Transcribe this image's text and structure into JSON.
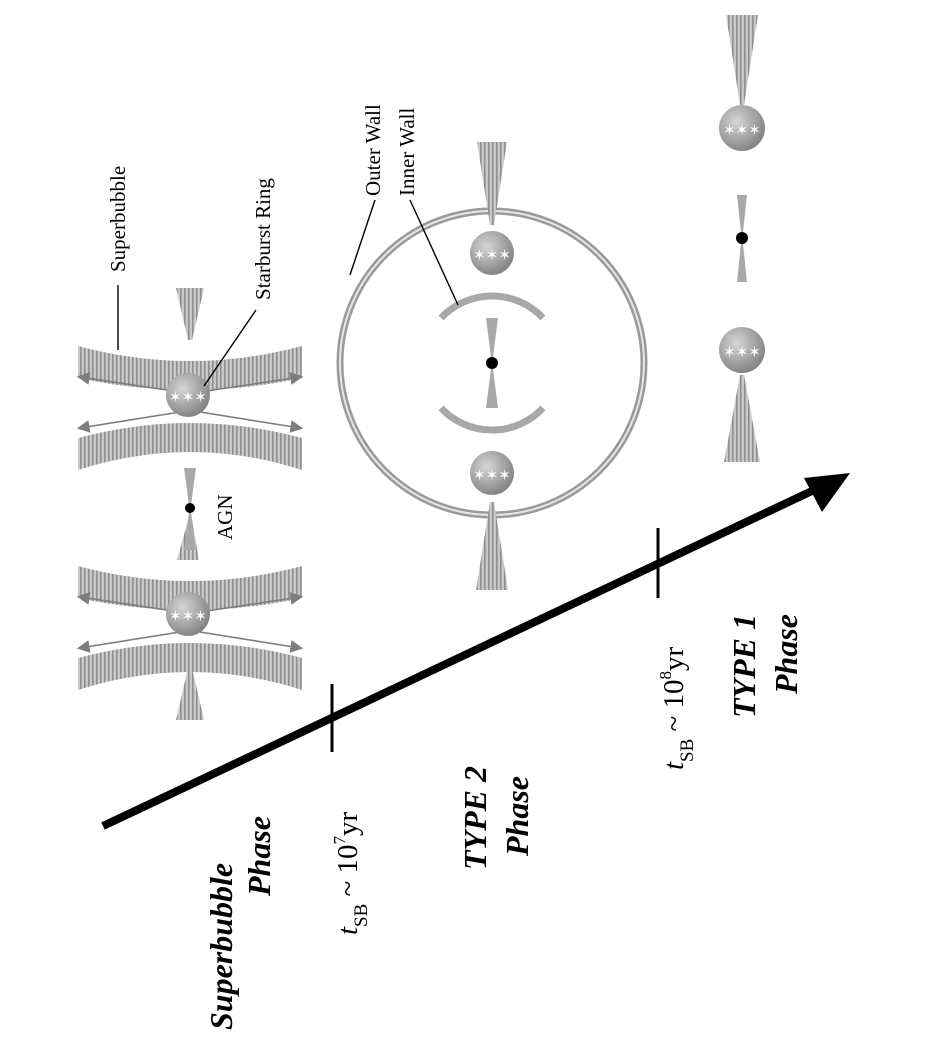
{
  "labels": {
    "superbubble": "Superbubble",
    "starburst_ring": "Starburst Ring",
    "agn": "AGN",
    "outer_wall": "Outer Wall",
    "inner_wall": "Inner Wall"
  },
  "phases": {
    "superbubble": [
      "Superbubble",
      "Phase"
    ],
    "type2": [
      "TYPE 2",
      "Phase"
    ],
    "type1": [
      "TYPE 1",
      "Phase"
    ]
  },
  "times": {
    "t1": {
      "symbol": "t",
      "sub": "SB",
      "rel": " ~ 10",
      "exp": "7",
      "unit": "yr"
    },
    "t2": {
      "symbol": "t",
      "sub": "SB",
      "rel": " ~ 10",
      "exp": "8",
      "unit": "yr"
    }
  },
  "colors": {
    "gray": "#a8a8a8",
    "light_gray": "#cfcfcf",
    "dark_gray": "#7d7d7d",
    "black": "#000000"
  }
}
